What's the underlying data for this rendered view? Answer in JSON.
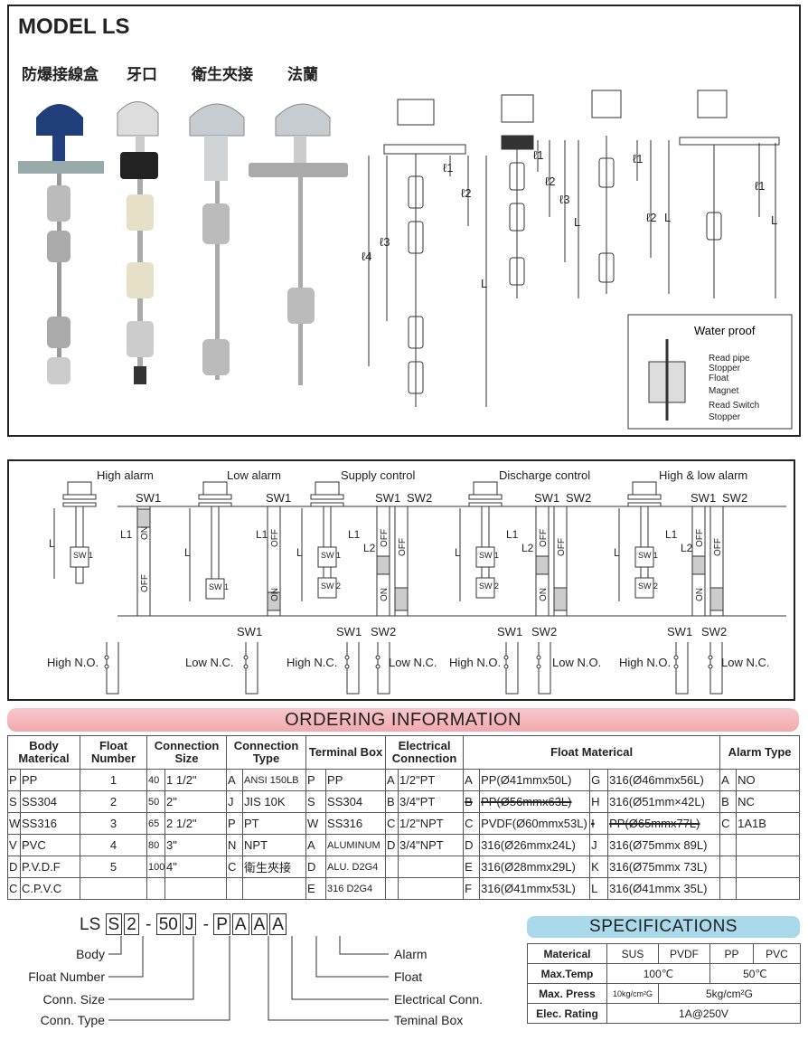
{
  "model": {
    "title": "MODEL LS",
    "types": [
      "防爆接線盒",
      "牙口",
      "衛生夾接",
      "法蘭"
    ]
  },
  "drawing": {
    "labels": [
      "ℓ1",
      "ℓ2",
      "ℓ3",
      "ℓ4",
      "L"
    ],
    "waterproof": {
      "title": "Water proof",
      "parts": [
        "Read pipe",
        "Stopper",
        "Float",
        "Magnet",
        "Read Switch",
        "Stopper"
      ]
    }
  },
  "wiring": {
    "modes": [
      "High alarm",
      "Low alarm",
      "Supply control",
      "Discharge control",
      "High & low alarm"
    ],
    "sw1": "SW1",
    "sw2": "SW2",
    "on": "ON",
    "off": "OFF",
    "L": "L",
    "L1": "L1",
    "L2": "L2",
    "sw_float1": "SW 1",
    "sw_float2": "SW 2",
    "contacts": [
      "High N.O.",
      "Low N.C.",
      "High N.C.",
      "Low N.C.",
      "High N.O.",
      "Low N.O.",
      "High N.O.",
      "Low N.C."
    ]
  },
  "ordering": {
    "title": "ORDERING INFORMATION",
    "headers": {
      "body": "Body Materical",
      "float_number": "Float Number",
      "conn_size": "Connection Size",
      "conn_type": "Connection Type",
      "terminal": "Terminal Box",
      "electrical": "Electrical Connection",
      "float_material": "Float Materical",
      "alarm": "Alarm Type"
    },
    "rows": [
      [
        "P",
        "PP",
        "1",
        "40",
        "1 1/2\"",
        "A",
        "ANSI 150LB",
        "P",
        "PP",
        "A",
        "1/2\"PT",
        "A",
        "PP(Ø41mmx50L)",
        "G",
        "316(Ø46mmx56L)",
        "A",
        "NO"
      ],
      [
        "S",
        "SS304",
        "2",
        "50",
        "2\"",
        "J",
        "JIS 10K",
        "S",
        "SS304",
        "B",
        "3/4\"PT",
        "B",
        "PP(Ø56mmx63L)",
        "H",
        "316(Ø51mm×42L)",
        "B",
        "NC"
      ],
      [
        "W",
        "SS316",
        "3",
        "65",
        "2 1/2\"",
        "P",
        "PT",
        "W",
        "SS316",
        "C",
        "1/2\"NPT",
        "C",
        "PVDF(Ø60mmx53L)",
        "I",
        "PP(Ø65mmx77L)",
        "C",
        "1A1B"
      ],
      [
        "V",
        "PVC",
        "4",
        "80",
        "3\"",
        "N",
        "NPT",
        "A",
        "ALUMINUM",
        "D",
        "3/4\"NPT",
        "D",
        "316(Ø26mmx24L)",
        "J",
        "316(Ø75mmx 89L)",
        "",
        ""
      ],
      [
        "D",
        "P.V.D.F",
        "5",
        "100",
        "4\"",
        "C",
        "衛生夾接",
        "D",
        "ALU. D2G4",
        "",
        "",
        "E",
        "316(Ø28mmx29L)",
        "K",
        "316(Ø75mmx 73L)",
        "",
        ""
      ],
      [
        "C",
        "C.P.V.C",
        "",
        "",
        "",
        "",
        "",
        "E",
        "316 D2G4",
        "",
        "",
        "F",
        "316(Ø41mmx53L)",
        "L",
        "316(Ø41mmx 35L)",
        "",
        ""
      ]
    ]
  },
  "code": {
    "prefix": "LS",
    "parts": [
      "S",
      "2",
      "50",
      "J",
      "P",
      "A",
      "A",
      "A"
    ],
    "dash": "-",
    "left_labels": [
      "Body",
      "Float Number",
      "Conn. Size",
      "Conn. Type"
    ],
    "right_labels": [
      "Alarm",
      "Float",
      "Electrical Conn.",
      "Teminal Box"
    ]
  },
  "specs": {
    "title": "SPECIFICATIONS",
    "materical": "Materical",
    "materials": [
      "SUS",
      "PVDF",
      "PP",
      "PVC"
    ],
    "max_temp": "Max.Temp",
    "temps": [
      "100℃",
      "50℃"
    ],
    "max_press": "Max. Press",
    "press": [
      "10kg/cm²G",
      "5kg/cm²G"
    ],
    "elec": "Elec. Rating",
    "rating": "1A@250V"
  }
}
